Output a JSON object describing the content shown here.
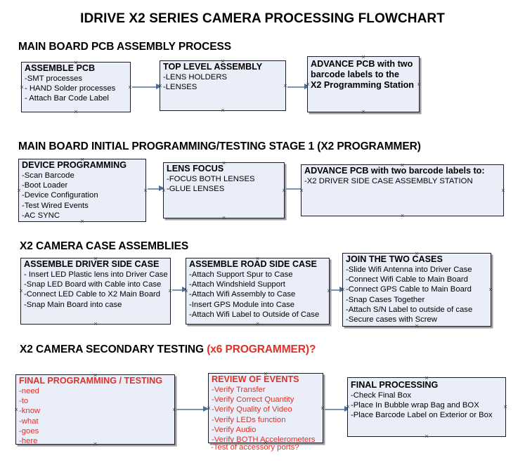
{
  "title": "IDRIVE X2  SERIES CAMERA PROCESSING FLOWCHART",
  "colors": {
    "node_fill": "#e9eef8",
    "node_border": "#1b1b2a",
    "accent_red": "#e03028",
    "arrow": "#4a6f9e",
    "text": "#000000"
  },
  "sections": [
    {
      "heading": "MAIN BOARD PCB ASSEMBLY PROCESS",
      "heading_accent": "",
      "nodes": [
        {
          "title": "ASSEMBLE PCB",
          "lines": [
            " -SMT processes",
            "- HAND Solder processes",
            "- Attach Bar Code Label"
          ]
        },
        {
          "title": "TOP LEVEL ASSEMBLY",
          "lines": [
            "-LENS HOLDERS",
            "-LENSES"
          ]
        },
        {
          "title": "ADVANCE PCB with two",
          "lines": [
            "barcode labels to the",
            " X2 Programming Station"
          ]
        }
      ]
    },
    {
      "heading": "MAIN BOARD INITIAL PROGRAMMING/TESTING STAGE 1 (X2 PROGRAMMER)",
      "heading_accent": "",
      "nodes": [
        {
          "title": "DEVICE PROGRAMMING",
          "lines": [
            "-Scan Barcode",
            "-Boot Loader",
            "-Device Configuration",
            "-Test Wired Events",
            "-AC SYNC"
          ]
        },
        {
          "title": "LENS FOCUS",
          "lines": [
            "-FOCUS BOTH LENSES",
            "-GLUE LENSES"
          ]
        },
        {
          "title": "ADVANCE PCB with two barcode labels to:",
          "lines": [
            "-X2 DRIVER  SIDE  CASE  ASSEMBLY STATION"
          ]
        }
      ]
    },
    {
      "heading": "X2 CAMERA CASE ASSEMBLIES",
      "heading_accent": "",
      "nodes": [
        {
          "title": "ASSEMBLE DRIVER SIDE CASE",
          "lines": [
            "- Insert LED Plastic lens into Driver Case",
            "-Snap LED Board with Cable into Case",
            "-Connect LED Cable to X2 Main Board",
            "-Snap Main Board into case"
          ]
        },
        {
          "title": "ASSEMBLE ROAD SIDE CASE",
          "lines": [
            "-Attach Support Spur to Case",
            "-Attach Windshield Support",
            "-Attach Wifi Assembly to Case",
            "-Insert GPS Module into Case",
            "-Attach Wifi Label to Outside of Case"
          ]
        },
        {
          "title": "JOIN THE TWO CASES",
          "lines": [
            "-Slide Wifi Antenna into Driver Case",
            "-Connect Wifi Cable to Main Board",
            "-Connect GPS Cable to Main Board",
            "-Snap Cases Together",
            "-Attach S/N Label to outside of case",
            "-Secure cases with Screw"
          ]
        }
      ]
    },
    {
      "heading": "X2 CAMERA SECONDARY TESTING ",
      "heading_accent": "(x6 PROGRAMMER)?",
      "nodes": [
        {
          "title": "FINAL PROGRAMMING / TESTING",
          "lines": [
            "-need",
            "-to",
            "-know",
            "-what",
            "-goes",
            "-here"
          ]
        },
        {
          "title": "REVIEW OF EVENTS",
          "lines": [
            "-Verify Transfer",
            "-Verify Correct Quantity",
            "-Verify Quality of Video",
            "-Verify LEDs function",
            "-Verify Audio",
            "-Verify BOTH Accelerometers"
          ],
          "overflow_line": "-Test of accessory ports?"
        },
        {
          "title": "FINAL PROCESSING",
          "lines": [
            " -Check Final Box",
            "-Place In Bubble wrap Bag and BOX",
            "-Place Barcode Label on Exterior or Box"
          ]
        }
      ]
    }
  ]
}
